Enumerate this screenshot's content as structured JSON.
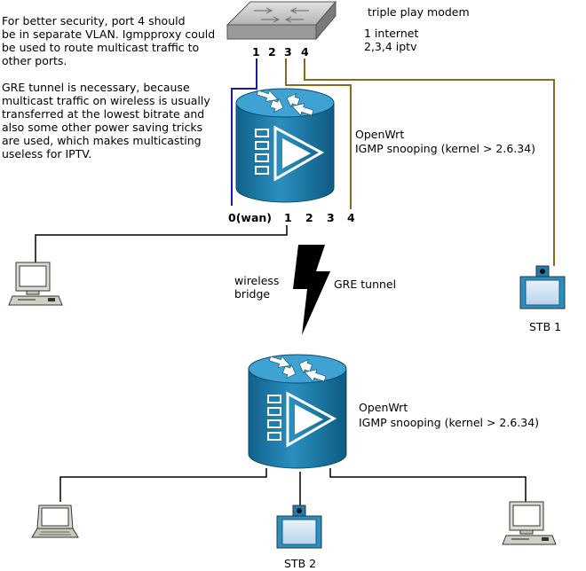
{
  "note_security": {
    "lines": [
      "For better security, port 4 should",
      "be in separate VLAN. Igmpproxy could",
      "be used to route multicast traffic to",
      "other ports."
    ]
  },
  "note_gre": {
    "lines": [
      "GRE tunnel is necessary, because",
      "multicast traffic on wireless is usually",
      "transferred at the lowest bitrate and",
      "also some other power saving tricks",
      "are used, which makes multicasting",
      "useless for IPTV."
    ]
  },
  "modem": {
    "title": "triple play modem",
    "line1": "1 internet",
    "line2": "2,3,4 iptv",
    "ports": [
      "1",
      "2",
      "3",
      "4"
    ]
  },
  "router1": {
    "name": "OpenWrt",
    "feature": "IGMP snooping (kernel > 2.6.34)",
    "ports": [
      "0(wan)",
      "1",
      "2",
      "3",
      "4"
    ]
  },
  "router2": {
    "name": "OpenWrt",
    "feature": "IGMP snooping (kernel > 2.6.34)"
  },
  "link": {
    "wireless_line1": "wireless",
    "wireless_line2": "bridge",
    "tunnel": "GRE tunnel"
  },
  "stb1": {
    "label": "STB 1"
  },
  "stb2": {
    "label": "STB 2"
  },
  "colors": {
    "blue_line": "#1a1aaa",
    "brown_line": "#8a6a1e",
    "router_body": "#1e7fae",
    "router_top": "#3c9fd0"
  }
}
